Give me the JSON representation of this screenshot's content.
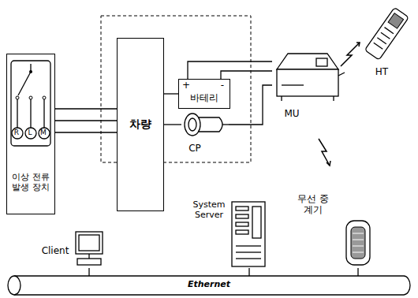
{
  "diagram": {
    "nodes": [
      {
        "text": [
          "이상 전류 발생 장치"
        ]
      },
      {
        "text": [
          "차량"
        ]
      },
      {
        "text": [
          "바테리"
        ]
      },
      {
        "text": [
          "CP"
        ]
      },
      {
        "text": [
          "MU"
        ]
      },
      {
        "text": [
          "HT"
        ]
      },
      {
        "text": [
          "Client"
        ]
      },
      {
        "text": [
          "System Server"
        ]
      },
      {
        "text": [
          "무선 중계기"
        ]
      },
      {
        "text": [
          "Ethernet"
        ]
      }
    ],
    "edges": [
      {
        "from": 0,
        "to": 1,
        "arrow": "none"
      },
      {
        "from": 1,
        "to": 2,
        "arrow": "none"
      },
      {
        "from": 2,
        "to": 4,
        "arrow": "none"
      },
      {
        "from": 1,
        "to": 3,
        "arrow": "none"
      },
      {
        "from": 3,
        "to": 4,
        "arrow": "none"
      },
      {
        "from": 6,
        "to": 9,
        "arrow": "none"
      },
      {
        "from": 7,
        "to": 9,
        "arrow": "none"
      },
      {
        "from": 8,
        "to": 9,
        "arrow": "none"
      }
    ],
    "labels": [
      "R",
      "L",
      "M",
      "+",
      "-"
    ]
  }
}
